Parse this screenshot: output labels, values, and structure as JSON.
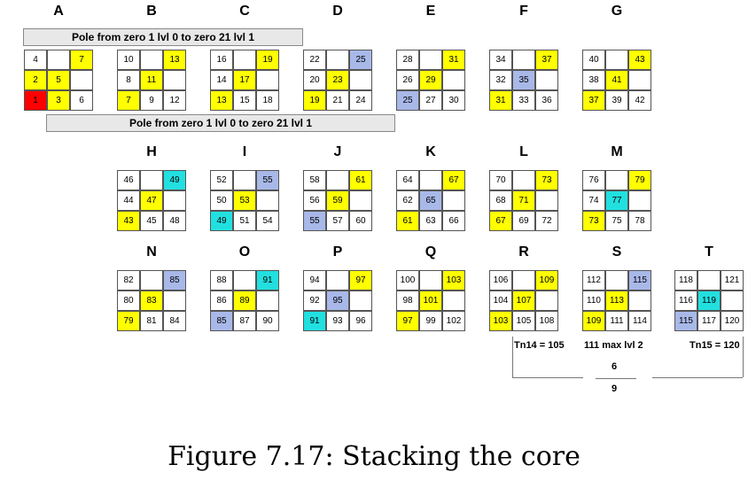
{
  "colors": {
    "y": "#ffff00",
    "b": "#a8b8e8",
    "c": "#22e0e0",
    "r": "#ff0000",
    "w": "#ffffff"
  },
  "banners": [
    "Pole from zero 1 lvl 0 to zero 21 lvl 1",
    "Pole from zero 1 lvl 0 to zero 21 lvl 1"
  ],
  "notes": [
    "Tn14 = 105",
    "111 max lvl 2",
    "Tn15 = 120",
    "6",
    "9"
  ],
  "caption": "Figure 7.17: Stacking the core",
  "groups": [
    {
      "label": "A",
      "cells": [
        {
          "v": "4",
          "c": "w"
        },
        {
          "v": "",
          "c": "w"
        },
        {
          "v": "7",
          "c": "y"
        },
        {
          "v": "2",
          "c": "y"
        },
        {
          "v": "5",
          "c": "y"
        },
        {
          "v": "",
          "c": "w"
        },
        {
          "v": "1",
          "c": "r"
        },
        {
          "v": "3",
          "c": "y"
        },
        {
          "v": "6",
          "c": "w"
        }
      ]
    },
    {
      "label": "B",
      "cells": [
        {
          "v": "10",
          "c": "w"
        },
        {
          "v": "",
          "c": "w"
        },
        {
          "v": "13",
          "c": "y"
        },
        {
          "v": "8",
          "c": "w"
        },
        {
          "v": "11",
          "c": "y"
        },
        {
          "v": "",
          "c": "w"
        },
        {
          "v": "7",
          "c": "y"
        },
        {
          "v": "9",
          "c": "w"
        },
        {
          "v": "12",
          "c": "w"
        }
      ]
    },
    {
      "label": "C",
      "cells": [
        {
          "v": "16",
          "c": "w"
        },
        {
          "v": "",
          "c": "w"
        },
        {
          "v": "19",
          "c": "y"
        },
        {
          "v": "14",
          "c": "w"
        },
        {
          "v": "17",
          "c": "y"
        },
        {
          "v": "",
          "c": "w"
        },
        {
          "v": "13",
          "c": "y"
        },
        {
          "v": "15",
          "c": "w"
        },
        {
          "v": "18",
          "c": "w"
        }
      ]
    },
    {
      "label": "D",
      "cells": [
        {
          "v": "22",
          "c": "w"
        },
        {
          "v": "",
          "c": "w"
        },
        {
          "v": "25",
          "c": "b"
        },
        {
          "v": "20",
          "c": "w"
        },
        {
          "v": "23",
          "c": "y"
        },
        {
          "v": "",
          "c": "w"
        },
        {
          "v": "19",
          "c": "y"
        },
        {
          "v": "21",
          "c": "w"
        },
        {
          "v": "24",
          "c": "w"
        }
      ]
    },
    {
      "label": "E",
      "cells": [
        {
          "v": "28",
          "c": "w"
        },
        {
          "v": "",
          "c": "w"
        },
        {
          "v": "31",
          "c": "y"
        },
        {
          "v": "26",
          "c": "w"
        },
        {
          "v": "29",
          "c": "y"
        },
        {
          "v": "",
          "c": "w"
        },
        {
          "v": "25",
          "c": "b"
        },
        {
          "v": "27",
          "c": "w"
        },
        {
          "v": "30",
          "c": "w"
        }
      ]
    },
    {
      "label": "F",
      "cells": [
        {
          "v": "34",
          "c": "w"
        },
        {
          "v": "",
          "c": "w"
        },
        {
          "v": "37",
          "c": "y"
        },
        {
          "v": "32",
          "c": "w"
        },
        {
          "v": "35",
          "c": "b"
        },
        {
          "v": "",
          "c": "w"
        },
        {
          "v": "31",
          "c": "y"
        },
        {
          "v": "33",
          "c": "w"
        },
        {
          "v": "36",
          "c": "w"
        }
      ]
    },
    {
      "label": "G",
      "cells": [
        {
          "v": "40",
          "c": "w"
        },
        {
          "v": "",
          "c": "w"
        },
        {
          "v": "43",
          "c": "y"
        },
        {
          "v": "38",
          "c": "w"
        },
        {
          "v": "41",
          "c": "y"
        },
        {
          "v": "",
          "c": "w"
        },
        {
          "v": "37",
          "c": "y"
        },
        {
          "v": "39",
          "c": "w"
        },
        {
          "v": "42",
          "c": "w"
        }
      ]
    },
    {
      "label": "H",
      "cells": [
        {
          "v": "46",
          "c": "w"
        },
        {
          "v": "",
          "c": "w"
        },
        {
          "v": "49",
          "c": "c"
        },
        {
          "v": "44",
          "c": "w"
        },
        {
          "v": "47",
          "c": "y"
        },
        {
          "v": "",
          "c": "w"
        },
        {
          "v": "43",
          "c": "y"
        },
        {
          "v": "45",
          "c": "w"
        },
        {
          "v": "48",
          "c": "w"
        }
      ]
    },
    {
      "label": "I",
      "cells": [
        {
          "v": "52",
          "c": "w"
        },
        {
          "v": "",
          "c": "w"
        },
        {
          "v": "55",
          "c": "b"
        },
        {
          "v": "50",
          "c": "w"
        },
        {
          "v": "53",
          "c": "y"
        },
        {
          "v": "",
          "c": "w"
        },
        {
          "v": "49",
          "c": "c"
        },
        {
          "v": "51",
          "c": "w"
        },
        {
          "v": "54",
          "c": "w"
        }
      ]
    },
    {
      "label": "J",
      "cells": [
        {
          "v": "58",
          "c": "w"
        },
        {
          "v": "",
          "c": "w"
        },
        {
          "v": "61",
          "c": "y"
        },
        {
          "v": "56",
          "c": "w"
        },
        {
          "v": "59",
          "c": "y"
        },
        {
          "v": "",
          "c": "w"
        },
        {
          "v": "55",
          "c": "b"
        },
        {
          "v": "57",
          "c": "w"
        },
        {
          "v": "60",
          "c": "w"
        }
      ]
    },
    {
      "label": "K",
      "cells": [
        {
          "v": "64",
          "c": "w"
        },
        {
          "v": "",
          "c": "w"
        },
        {
          "v": "67",
          "c": "y"
        },
        {
          "v": "62",
          "c": "w"
        },
        {
          "v": "65",
          "c": "b"
        },
        {
          "v": "",
          "c": "w"
        },
        {
          "v": "61",
          "c": "y"
        },
        {
          "v": "63",
          "c": "w"
        },
        {
          "v": "66",
          "c": "w"
        }
      ]
    },
    {
      "label": "L",
      "cells": [
        {
          "v": "70",
          "c": "w"
        },
        {
          "v": "",
          "c": "w"
        },
        {
          "v": "73",
          "c": "y"
        },
        {
          "v": "68",
          "c": "w"
        },
        {
          "v": "71",
          "c": "y"
        },
        {
          "v": "",
          "c": "w"
        },
        {
          "v": "67",
          "c": "y"
        },
        {
          "v": "69",
          "c": "w"
        },
        {
          "v": "72",
          "c": "w"
        }
      ]
    },
    {
      "label": "M",
      "cells": [
        {
          "v": "76",
          "c": "w"
        },
        {
          "v": "",
          "c": "w"
        },
        {
          "v": "79",
          "c": "y"
        },
        {
          "v": "74",
          "c": "w"
        },
        {
          "v": "77",
          "c": "c"
        },
        {
          "v": "",
          "c": "w"
        },
        {
          "v": "73",
          "c": "y"
        },
        {
          "v": "75",
          "c": "w"
        },
        {
          "v": "78",
          "c": "w"
        }
      ]
    },
    {
      "label": "N",
      "cells": [
        {
          "v": "82",
          "c": "w"
        },
        {
          "v": "",
          "c": "w"
        },
        {
          "v": "85",
          "c": "b"
        },
        {
          "v": "80",
          "c": "w"
        },
        {
          "v": "83",
          "c": "y"
        },
        {
          "v": "",
          "c": "w"
        },
        {
          "v": "79",
          "c": "y"
        },
        {
          "v": "81",
          "c": "w"
        },
        {
          "v": "84",
          "c": "w"
        }
      ]
    },
    {
      "label": "O",
      "cells": [
        {
          "v": "88",
          "c": "w"
        },
        {
          "v": "",
          "c": "w"
        },
        {
          "v": "91",
          "c": "c"
        },
        {
          "v": "86",
          "c": "w"
        },
        {
          "v": "89",
          "c": "y"
        },
        {
          "v": "",
          "c": "w"
        },
        {
          "v": "85",
          "c": "b"
        },
        {
          "v": "87",
          "c": "w"
        },
        {
          "v": "90",
          "c": "w"
        }
      ]
    },
    {
      "label": "P",
      "cells": [
        {
          "v": "94",
          "c": "w"
        },
        {
          "v": "",
          "c": "w"
        },
        {
          "v": "97",
          "c": "y"
        },
        {
          "v": "92",
          "c": "w"
        },
        {
          "v": "95",
          "c": "b"
        },
        {
          "v": "",
          "c": "w"
        },
        {
          "v": "91",
          "c": "c"
        },
        {
          "v": "93",
          "c": "w"
        },
        {
          "v": "96",
          "c": "w"
        }
      ]
    },
    {
      "label": "Q",
      "cells": [
        {
          "v": "100",
          "c": "w"
        },
        {
          "v": "",
          "c": "w"
        },
        {
          "v": "103",
          "c": "y"
        },
        {
          "v": "98",
          "c": "w"
        },
        {
          "v": "101",
          "c": "y"
        },
        {
          "v": "",
          "c": "w"
        },
        {
          "v": "97",
          "c": "y"
        },
        {
          "v": "99",
          "c": "w"
        },
        {
          "v": "102",
          "c": "w"
        }
      ]
    },
    {
      "label": "R",
      "cells": [
        {
          "v": "106",
          "c": "w"
        },
        {
          "v": "",
          "c": "w"
        },
        {
          "v": "109",
          "c": "y"
        },
        {
          "v": "104",
          "c": "w"
        },
        {
          "v": "107",
          "c": "y"
        },
        {
          "v": "",
          "c": "w"
        },
        {
          "v": "103",
          "c": "y"
        },
        {
          "v": "105",
          "c": "w"
        },
        {
          "v": "108",
          "c": "w"
        }
      ]
    },
    {
      "label": "S",
      "cells": [
        {
          "v": "112",
          "c": "w"
        },
        {
          "v": "",
          "c": "w"
        },
        {
          "v": "115",
          "c": "b"
        },
        {
          "v": "110",
          "c": "w"
        },
        {
          "v": "113",
          "c": "y"
        },
        {
          "v": "",
          "c": "w"
        },
        {
          "v": "109",
          "c": "y"
        },
        {
          "v": "111",
          "c": "w"
        },
        {
          "v": "114",
          "c": "w"
        }
      ]
    },
    {
      "label": "T",
      "cells": [
        {
          "v": "118",
          "c": "w"
        },
        {
          "v": "",
          "c": "w"
        },
        {
          "v": "121",
          "c": "w"
        },
        {
          "v": "116",
          "c": "w"
        },
        {
          "v": "119",
          "c": "c"
        },
        {
          "v": "",
          "c": "w"
        },
        {
          "v": "115",
          "c": "b"
        },
        {
          "v": "117",
          "c": "w"
        },
        {
          "v": "120",
          "c": "w"
        }
      ]
    }
  ]
}
